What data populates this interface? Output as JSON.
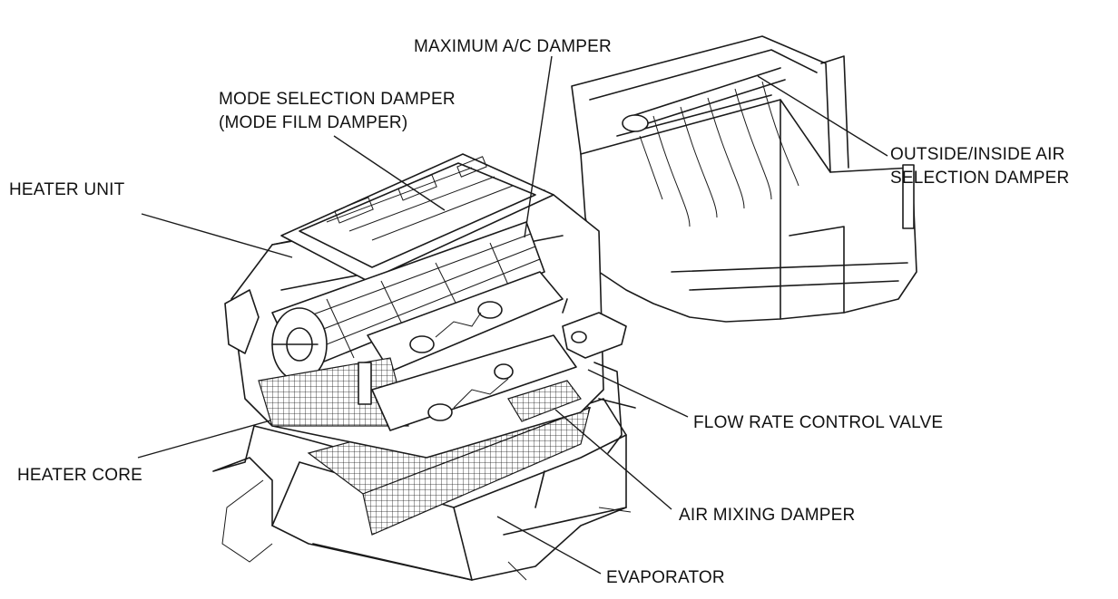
{
  "labels": {
    "maximum_ac_damper": "MAXIMUM A/C DAMPER",
    "mode_selection_damper_line1": "MODE SELECTION DAMPER",
    "mode_selection_damper_line2": "(MODE FILM DAMPER)",
    "heater_unit": "HEATER UNIT",
    "outside_inside_line1": "OUTSIDE/INSIDE AIR",
    "outside_inside_line2": "SELECTION DAMPER",
    "flow_rate_control_valve": "FLOW RATE CONTROL VALVE",
    "heater_core": "HEATER CORE",
    "air_mixing_damper": "AIR MIXING DAMPER",
    "evaporator": "EVAPORATOR"
  }
}
